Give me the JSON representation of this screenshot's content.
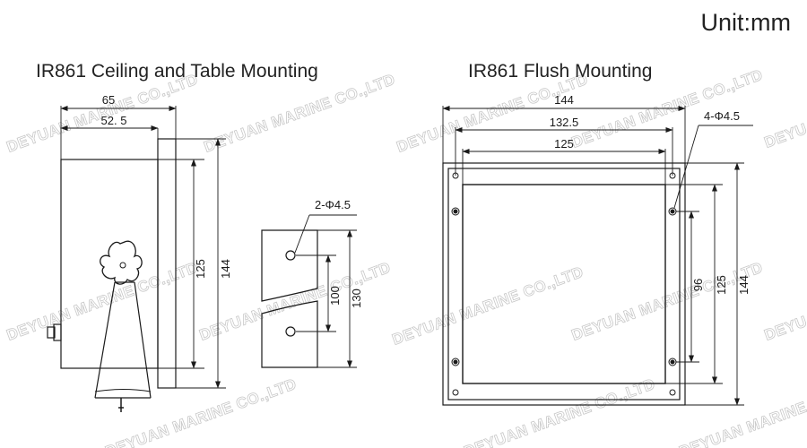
{
  "header": {
    "unit": "Unit:mm",
    "left_title": "IR861 Ceiling and Table Mounting",
    "right_title": "IR861 Flush Mounting"
  },
  "left_view": {
    "depth_total": "65",
    "depth_body": "52. 5",
    "panel_height": "144",
    "body_height": "125"
  },
  "bracket": {
    "holes": "2-Φ4.5",
    "hole_spacing": "100",
    "height": "130"
  },
  "flush_view": {
    "outer_width": "144",
    "hole_width": "132.5",
    "cutout_width": "125",
    "holes": "4-Φ4.5",
    "screen_height": "96",
    "cutout_height": "125",
    "outer_height": "144"
  },
  "watermark": "DEYUAN MARINE CO.,LTD"
}
